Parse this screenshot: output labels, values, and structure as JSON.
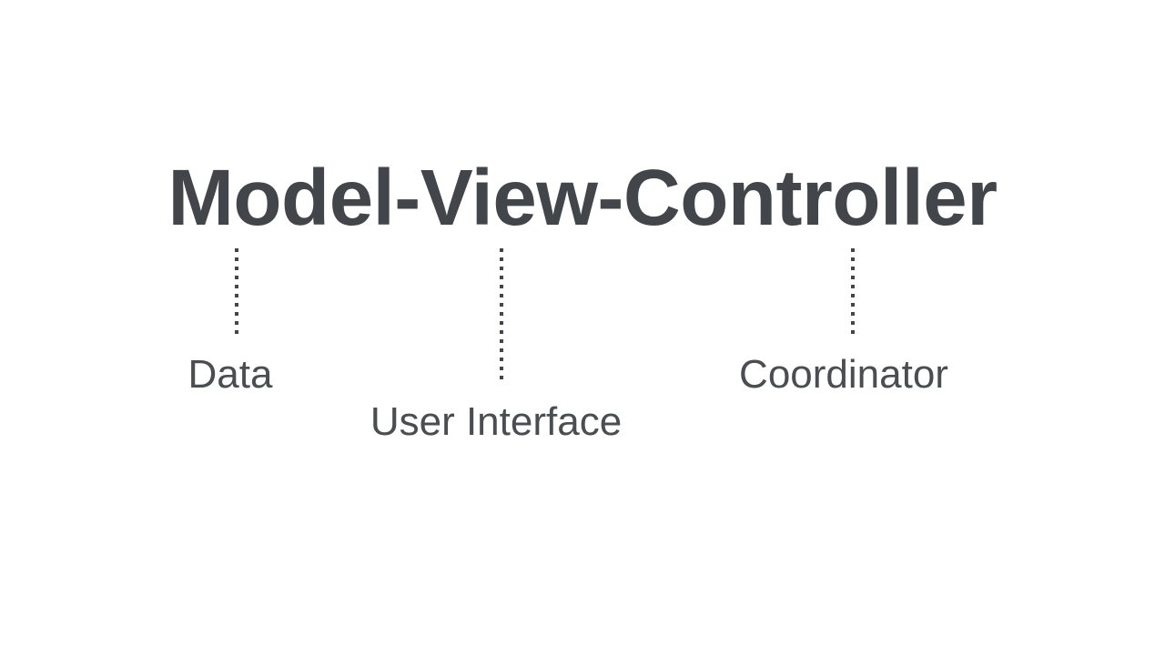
{
  "slide": {
    "background_color": "#ffffff",
    "title": "Model-View-Controller",
    "title_color": "#42464a",
    "label_color": "#4a4e52",
    "connector_color": "#42464a"
  },
  "components": [
    {
      "term": "Model",
      "label": "Data",
      "connector": "dotted-vertical-line"
    },
    {
      "term": "View",
      "label": "User Interface",
      "connector": "dotted-vertical-line"
    },
    {
      "term": "Controller",
      "label": "Coordinator",
      "connector": "dotted-vertical-line"
    }
  ]
}
